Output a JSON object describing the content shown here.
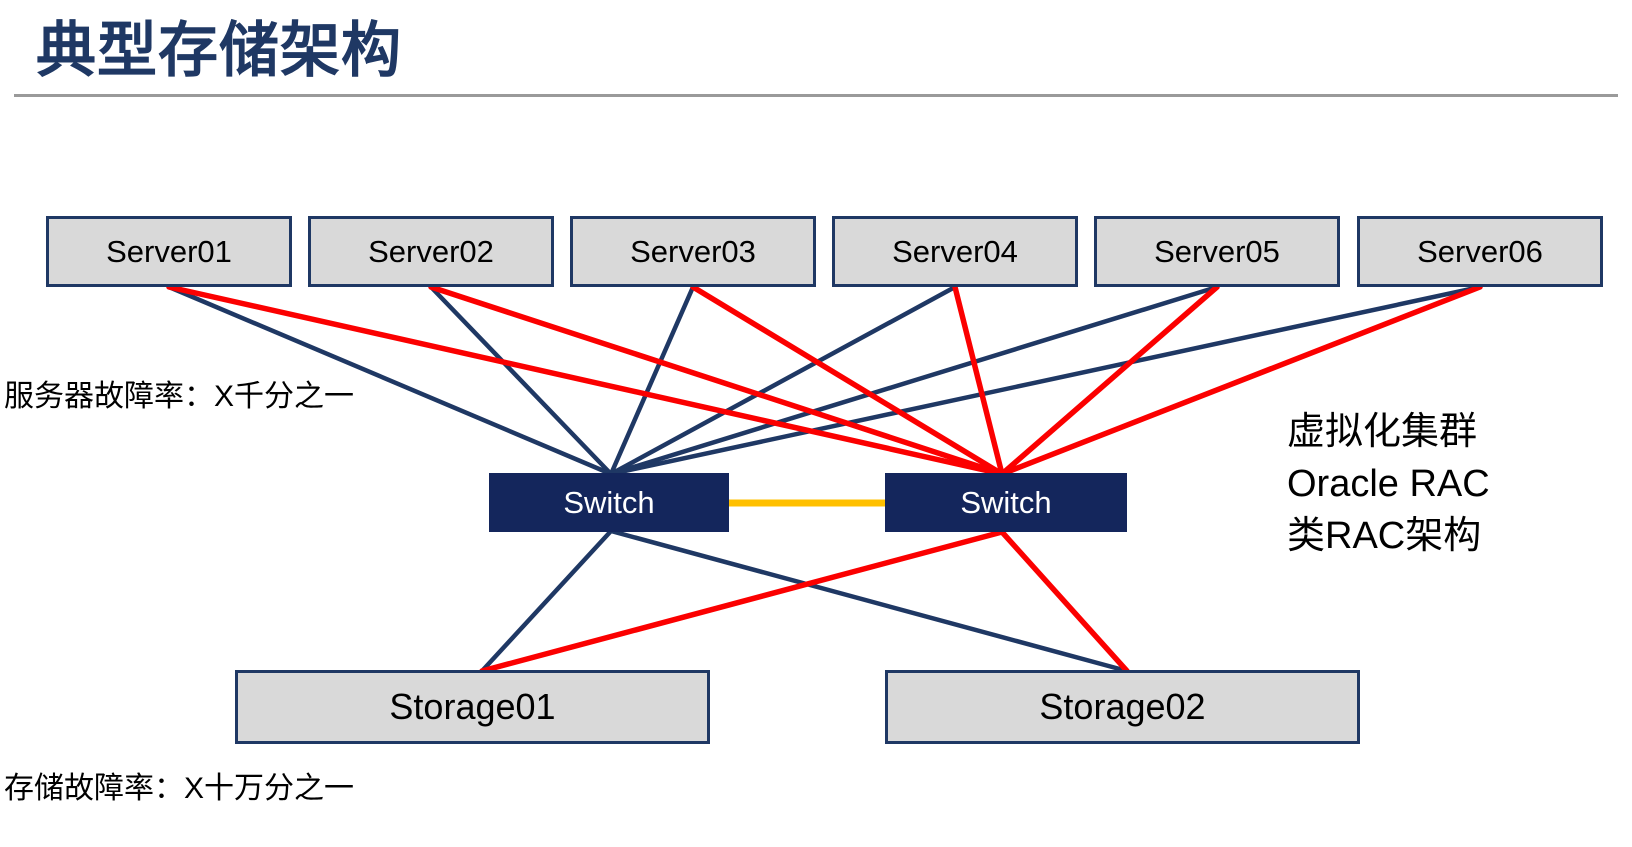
{
  "slide": {
    "title": "典型存储架构",
    "annotations": {
      "server_failure_rate": "服务器故障率：X千分之一",
      "storage_failure_rate": "存储故障率：X十万分之一",
      "right_note_line1": "虚拟化集群",
      "right_note_line2": "Oracle RAC",
      "right_note_line3": "类RAC架构"
    }
  },
  "diagram": {
    "servers": [
      {
        "id": "server1",
        "label": "Server01"
      },
      {
        "id": "server2",
        "label": "Server02"
      },
      {
        "id": "server3",
        "label": "Server03"
      },
      {
        "id": "server4",
        "label": "Server04"
      },
      {
        "id": "server5",
        "label": "Server05"
      },
      {
        "id": "server6",
        "label": "Server06"
      }
    ],
    "switches": [
      {
        "id": "switch1",
        "label": "Switch"
      },
      {
        "id": "switch2",
        "label": "Switch"
      }
    ],
    "storages": [
      {
        "id": "storage1",
        "label": "Storage01"
      },
      {
        "id": "storage2",
        "label": "Storage02"
      }
    ],
    "edges": [
      {
        "from": "server1-bottom",
        "to": "switch1-top",
        "type": "path-a"
      },
      {
        "from": "server2-bottom",
        "to": "switch1-top",
        "type": "path-a"
      },
      {
        "from": "server3-bottom",
        "to": "switch1-top",
        "type": "path-a"
      },
      {
        "from": "server4-bottom",
        "to": "switch1-top",
        "type": "path-a"
      },
      {
        "from": "server5-bottom",
        "to": "switch1-top",
        "type": "path-a"
      },
      {
        "from": "server6-bottom",
        "to": "switch1-top",
        "type": "path-a"
      },
      {
        "from": "server1-bottom",
        "to": "switch2-top",
        "type": "path-b"
      },
      {
        "from": "server2-bottom",
        "to": "switch2-top",
        "type": "path-b"
      },
      {
        "from": "server3-bottom",
        "to": "switch2-top",
        "type": "path-b"
      },
      {
        "from": "server4-bottom",
        "to": "switch2-top",
        "type": "path-b"
      },
      {
        "from": "server5-bottom",
        "to": "switch2-top",
        "type": "path-b"
      },
      {
        "from": "server6-bottom",
        "to": "switch2-top",
        "type": "path-b"
      },
      {
        "from": "switch1-bottom",
        "to": "storage1-top",
        "type": "path-a"
      },
      {
        "from": "switch1-bottom",
        "to": "storage2-top",
        "type": "path-a"
      },
      {
        "from": "switch2-bottom",
        "to": "storage1-top",
        "type": "path-b"
      },
      {
        "from": "switch2-bottom",
        "to": "storage2-top",
        "type": "path-b"
      },
      {
        "from": "switch1-right",
        "to": "switch2-left",
        "type": "interlink"
      }
    ],
    "edge_colors": {
      "path-a": "#1F3864",
      "path-b": "#FB0000",
      "interlink": "#FFC000"
    }
  },
  "colors": {
    "title_navy": "#1F3864",
    "box_gray": "#D9D9D9",
    "box_border_navy": "#1F3864",
    "switch_fill_navy": "#14265C",
    "line_blue": "#1F3864",
    "line_red": "#FB0000",
    "link_gold": "#FFC000",
    "divider_gray": "#9A9A9A"
  }
}
